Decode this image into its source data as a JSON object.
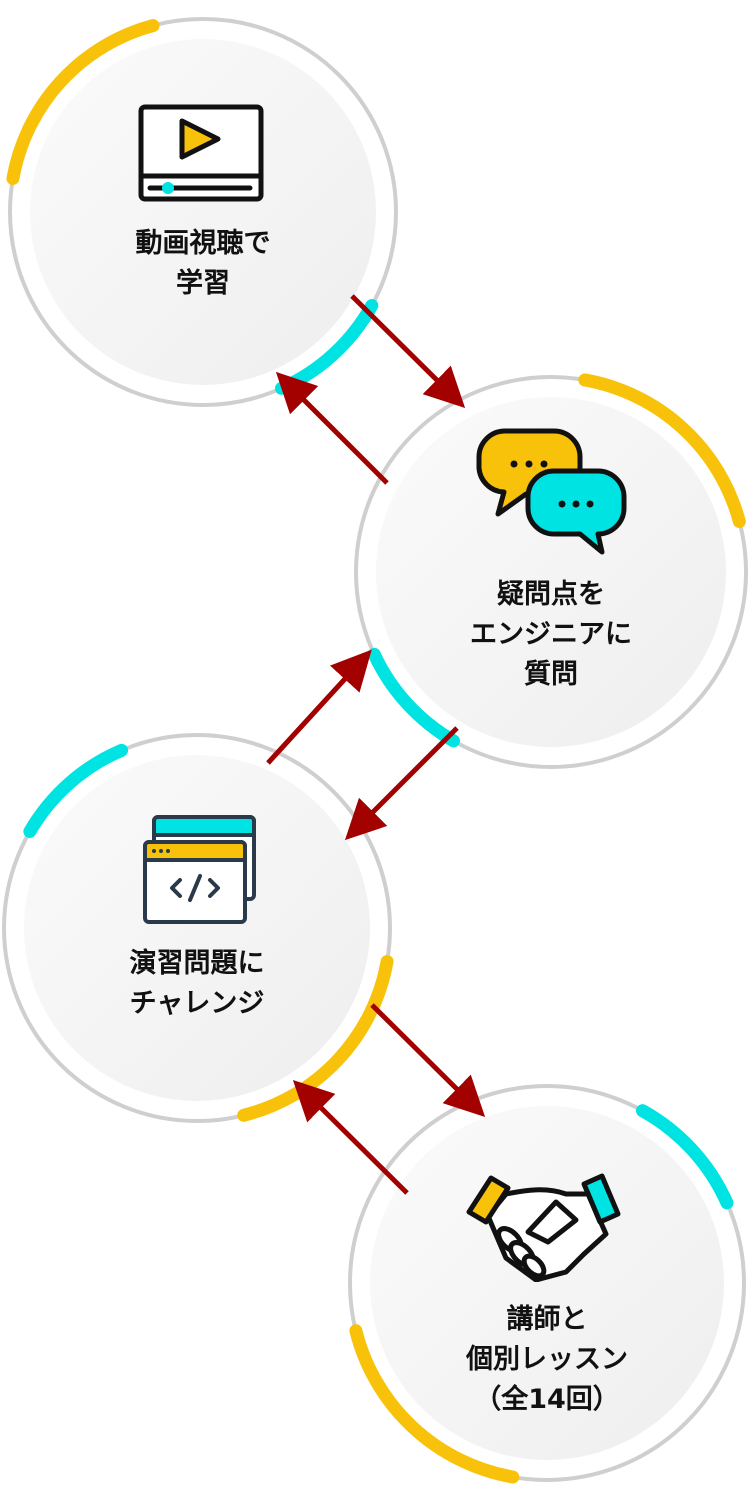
{
  "colors": {
    "yellow": "#F9C20A",
    "cyan": "#00E3E3",
    "arrow": "#A30000",
    "ring": "#CFCFCF"
  },
  "steps": [
    {
      "icon": "video-player-icon",
      "lines": [
        "動画視聴で",
        "学習"
      ]
    },
    {
      "icon": "chat-bubbles-icon",
      "lines": [
        "疑問点を",
        "エンジニアに",
        "質問"
      ]
    },
    {
      "icon": "code-window-icon",
      "lines": [
        "演習問題に",
        "チャレンジ"
      ]
    },
    {
      "icon": "handshake-icon",
      "lines": [
        "講師と",
        "個別レッスン",
        "（全14回）"
      ]
    }
  ]
}
